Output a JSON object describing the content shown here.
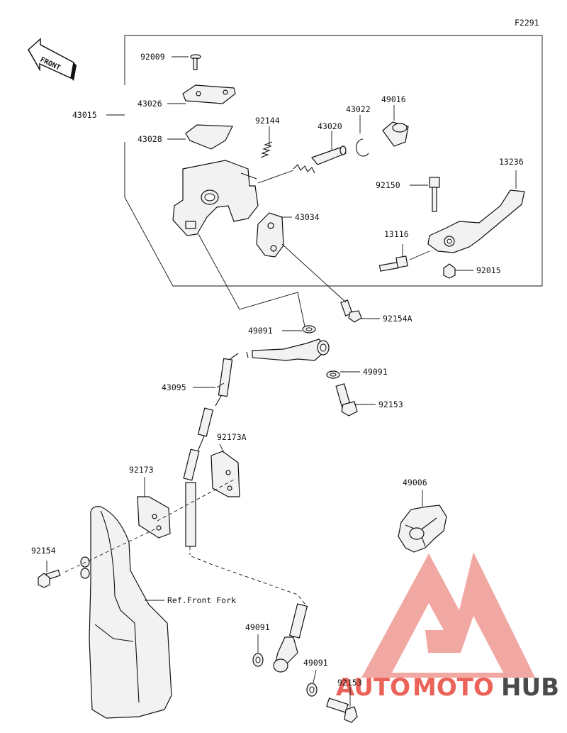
{
  "figure_code": "F2291",
  "direction_badge": "FRONT",
  "watermark": {
    "text_auto": "AUTO",
    "text_moto": "MOTO",
    "text_hub": "HUB",
    "accent": "#e8473d",
    "dark": "#2b2b2b"
  },
  "reference_label": "Ref.Front Fork",
  "parts": {
    "p92009": "92009",
    "p43026": "43026",
    "p43015": "43015",
    "p43028": "43028",
    "p92144": "92144",
    "p43020": "43020",
    "p43022": "43022",
    "p49016": "49016",
    "p13236": "13236",
    "p92150": "92150",
    "p43034": "43034",
    "p13116": "13116",
    "p92015": "92015",
    "p92154A": "92154A",
    "p49091_a": "49091",
    "p49091_b": "49091",
    "p43095": "43095",
    "p92153_a": "92153",
    "p92173A": "92173A",
    "p92173": "92173",
    "p49006": "49006",
    "p92154": "92154",
    "p49091_c": "49091",
    "p49091_d": "49091",
    "p92153_b": "92153"
  }
}
